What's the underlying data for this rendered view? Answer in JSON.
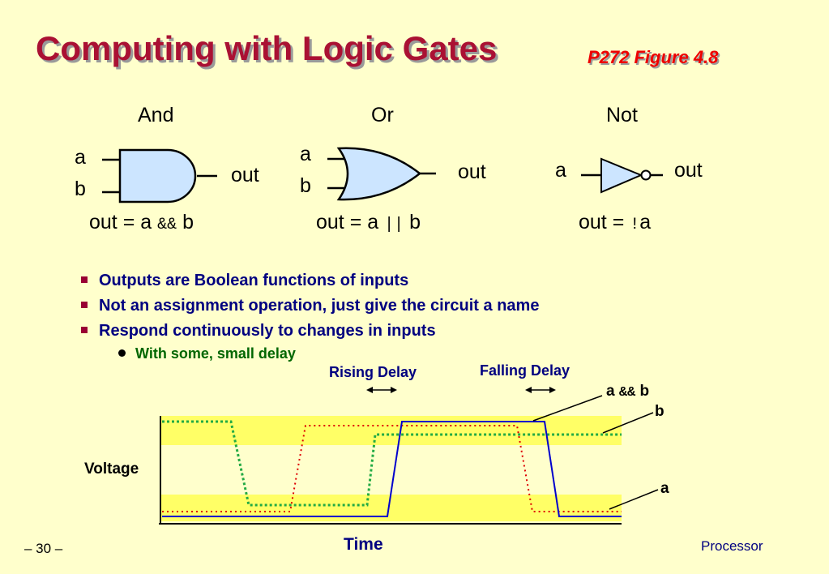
{
  "title": "Computing with Logic Gates",
  "reference": "P272 Figure 4.8",
  "gates": {
    "and": {
      "name": "And",
      "in_a": "a",
      "in_b": "b",
      "out": "out",
      "eq_pre": "out = a ",
      "eq_op": "&&",
      "eq_post": " b"
    },
    "or": {
      "name": "Or",
      "in_a": "a",
      "in_b": "b",
      "out": "out",
      "eq_pre": "out = a ",
      "eq_op": "||",
      "eq_post": " b"
    },
    "not": {
      "name": "Not",
      "in_a": "a",
      "out": "out",
      "eq_pre": "out = ",
      "eq_op": "!",
      "eq_post": "a"
    }
  },
  "bullets": [
    "Outputs are Boolean functions of inputs",
    "Not an assignment operation, just give the circuit a name",
    "Respond continuously to changes in inputs"
  ],
  "sub_bullet": "With some, small delay",
  "timing": {
    "rising_delay": "Rising Delay",
    "falling_delay": "Falling Delay",
    "label_and_a": "a ",
    "label_and_op": "&&",
    "label_and_b": " b",
    "label_b": "b",
    "label_a": "a",
    "ylabel": "Voltage",
    "xlabel": "Time",
    "colors": {
      "and": "#0000cc",
      "a": "#dd0000",
      "b": "#22aa44",
      "band": "#ffff66"
    }
  },
  "footer": {
    "left": "– 30 –",
    "right": "Processor"
  }
}
